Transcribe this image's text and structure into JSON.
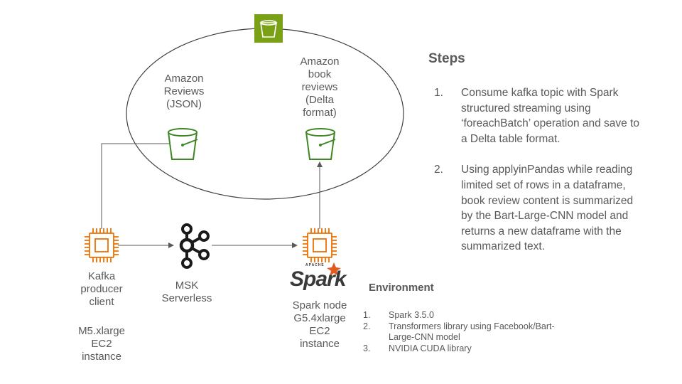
{
  "diagram": {
    "s3_storage_label": "Amazon\nReviews\n(JSON)",
    "delta_storage_label": "Amazon\nbook\nreviews\n(Delta\nformat)",
    "producer_label": "Kafka\nproducer\nclient",
    "producer_instance_label": "M5.xlarge\nEC2\ninstance",
    "msk_label": "MSK\nServerless",
    "spark_node_label": "Spark node\nG5.4xlarge\nEC2\ninstance",
    "spark_logo_text": "Spark",
    "spark_logo_apache": "APACHE"
  },
  "steps": {
    "title": "Steps",
    "items": [
      {
        "num": "1.",
        "text": "Consume kafka topic with Spark structured streaming using ‘foreachBatch’ operation and save to a Delta table format."
      },
      {
        "num": "2.",
        "text": "Using applyinPandas while reading limited set of rows in a dataframe, book review content is summarized by the Bart-Large-CNN model and returns a new dataframe with the summarized text."
      }
    ]
  },
  "environment": {
    "title": "Environment",
    "items": [
      {
        "num": "1.",
        "text": "Spark 3.5.0"
      },
      {
        "num": "2.",
        "text": "Transformers library using Facebook/Bart-Large-CNN model"
      },
      {
        "num": "3.",
        "text": "NVIDIA CUDA library"
      }
    ]
  },
  "colors": {
    "ec2_orange": "#ED7100",
    "s3_green": "#3F8624",
    "s3_badge": "#7AA116",
    "spark_star": "#E25A1C"
  }
}
